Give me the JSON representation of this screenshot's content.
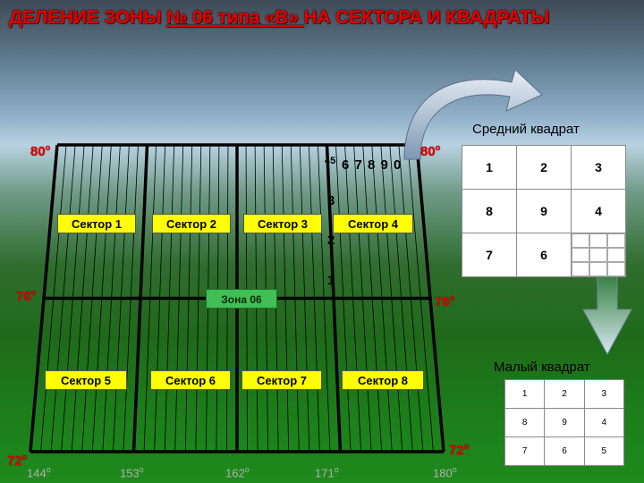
{
  "title": {
    "part1": "ДЕЛЕНИЕ ЗОНЫ ",
    "part2": "№ 06 типа «В» ",
    "part3": "НА СЕКТОРА И КВАДРАТЫ"
  },
  "zone_label": "Зона 06",
  "sectors": [
    "Сектор 1",
    "Сектор 2",
    "Сектор 3",
    "Сектор 4",
    "Сектор 5",
    "Сектор 6",
    "Сектор 7",
    "Сектор 8"
  ],
  "lat_labels": {
    "top_left": "80",
    "top_right": "80",
    "mid_left": "76",
    "mid_right": "76",
    "bottom_left": "72",
    "bottom_right": "72",
    "deg": "о"
  },
  "lon_labels": [
    "144",
    "153",
    "162",
    "171",
    "180"
  ],
  "column_numbers": {
    "small": "45",
    "main": "6 7 8 9 0"
  },
  "row_numbers": [
    "3",
    "2",
    "1"
  ],
  "medium_square": {
    "caption": "Средний квадрат",
    "rows": [
      [
        "1",
        "2",
        "3"
      ],
      [
        "8",
        "9",
        "4"
      ],
      [
        "7",
        "6",
        ""
      ]
    ]
  },
  "small_square": {
    "caption": "Малый квадрат",
    "rows": [
      [
        "1",
        "2",
        "3"
      ],
      [
        "8",
        "9",
        "4"
      ],
      [
        "7",
        "6",
        "5"
      ]
    ]
  },
  "colors": {
    "accent_red": "#e00000",
    "sector_yellow": "#ffff00",
    "zone_green": "#3fbf54"
  }
}
